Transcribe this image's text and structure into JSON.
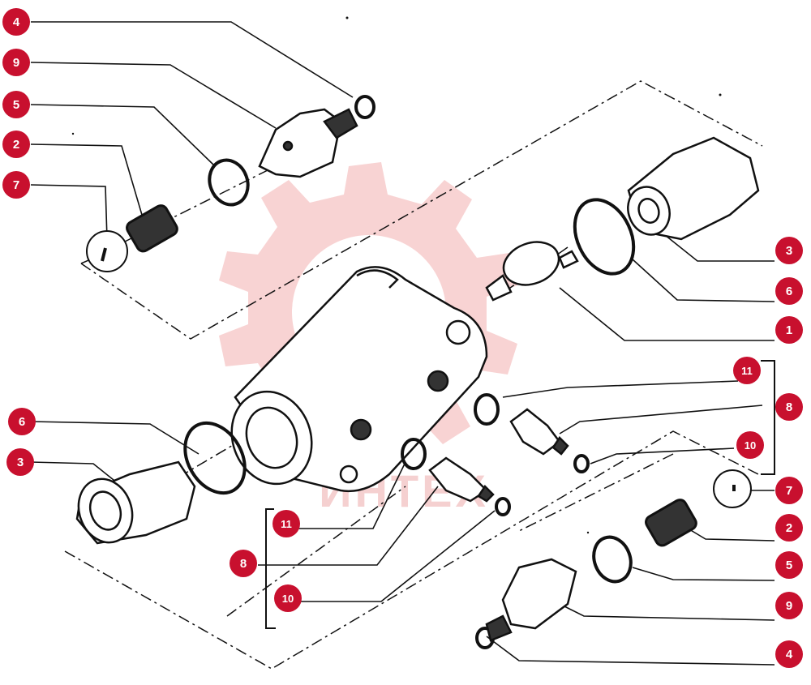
{
  "diagram": {
    "colors": {
      "callout": "#c8102e",
      "ink": "#111111",
      "watermark": "#f3b7b7"
    },
    "watermark_text": "ИНТЕХ",
    "callouts": {
      "c_tl_4": "4",
      "c_tl_9": "9",
      "c_tl_5": "5",
      "c_tl_2": "2",
      "c_tl_7": "7",
      "c_r_3": "3",
      "c_r_6": "6",
      "c_r_1": "1",
      "c_r_11": "11",
      "c_r_8": "8",
      "c_r_10": "10",
      "c_r_7": "7",
      "c_r_2": "2",
      "c_r_5": "5",
      "c_r_9": "9",
      "c_r_4": "4",
      "c_l_6": "6",
      "c_l_3": "3",
      "c_bl_11": "11",
      "c_bl_8": "8",
      "c_bl_10": "10"
    }
  }
}
